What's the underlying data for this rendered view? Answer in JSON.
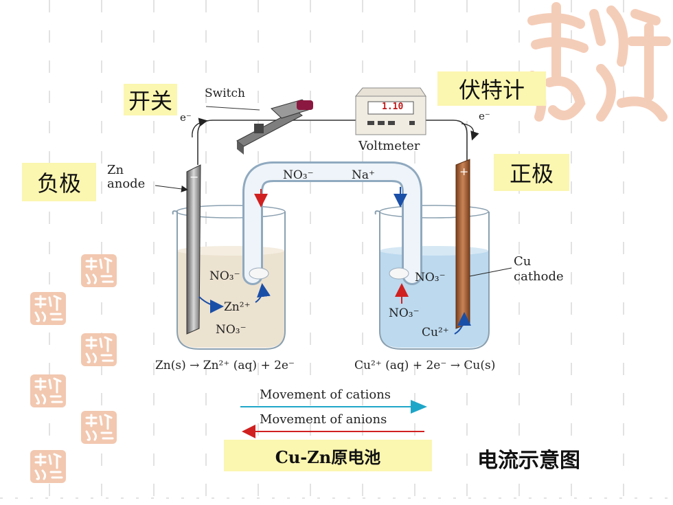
{
  "callouts": {
    "switch_cn": "开关",
    "voltmeter_cn": "伏特计",
    "negative_cn": "负极",
    "positive_cn": "正极"
  },
  "labels": {
    "switch": "Switch",
    "voltmeter": "Voltmeter",
    "voltmeter_reading": "1.10",
    "electron_left": "e⁻",
    "electron_right": "e⁻",
    "zn_anode": "Zn\nanode",
    "cu_cathode": "Cu\ncathode",
    "minus": "−",
    "plus": "+",
    "bridge_anion": "NO₃⁻",
    "bridge_cation": "Na⁺",
    "left_no3_upper": "NO₃⁻",
    "left_zn_ion": "Zn²⁺",
    "left_no3_lower": "NO₃⁻",
    "right_no3_upper": "NO₃⁻",
    "right_no3_middle": "NO₃⁻",
    "right_cu_ion": "Cu²⁺",
    "left_equation": "Zn(s) → Zn²⁺ (aq) + 2e⁻",
    "right_equation": "Cu²⁺ (aq) + 2e⁻ → Cu(s)",
    "movement_cations": "Movement of cations",
    "movement_anions": "Movement of anions"
  },
  "title": "Cu-Zn原电池",
  "caption": "电流示意图",
  "colors": {
    "callout_bg": "#fbf6b0",
    "zn_solution": "#ece2d0",
    "cu_solution": "#bcd9ee",
    "copper": "#a8643a",
    "cation_arrow": "#1ea6c8",
    "anion_arrow": "#d02020",
    "deco_seal": "#f2c8b0"
  }
}
